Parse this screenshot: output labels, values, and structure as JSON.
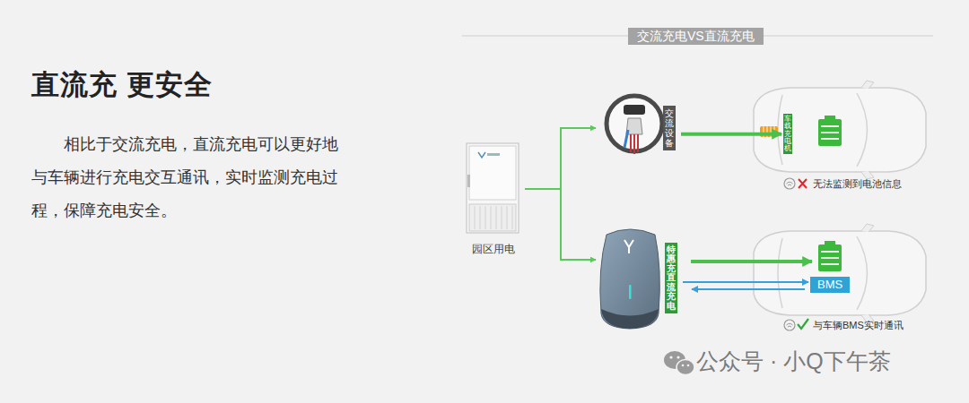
{
  "diagram": {
    "title": "直流充 更安全",
    "nodes": [
      {
        "text": [
          "交流充电VS直流充电"
        ]
      },
      {
        "text": [
          "园区用电"
        ]
      },
      {
        "text": [
          "交流设备"
        ]
      },
      {
        "text": [
          "车载充电机"
        ]
      },
      {
        "text": [
          "特惠充直流充电"
        ]
      },
      {
        "text": [
          "BMS"
        ]
      }
    ],
    "edges": [
      {
        "from": 1,
        "to": 2,
        "arrow": "to"
      },
      {
        "from": 1,
        "to": 4,
        "arrow": "to"
      },
      {
        "from": 2,
        "to": 3,
        "arrow": "to"
      },
      {
        "from": 4,
        "to": 5,
        "arrow": "both"
      }
    ],
    "labels": [
      "相比于交流充电，直流充电可以更好地与车辆进行充电交互通讯，实时监测充电过程，保障充电安全。",
      "无法监测到电池信息",
      "与车辆BMS实时通讯",
      "公众号 · 小Q下午茶"
    ]
  }
}
